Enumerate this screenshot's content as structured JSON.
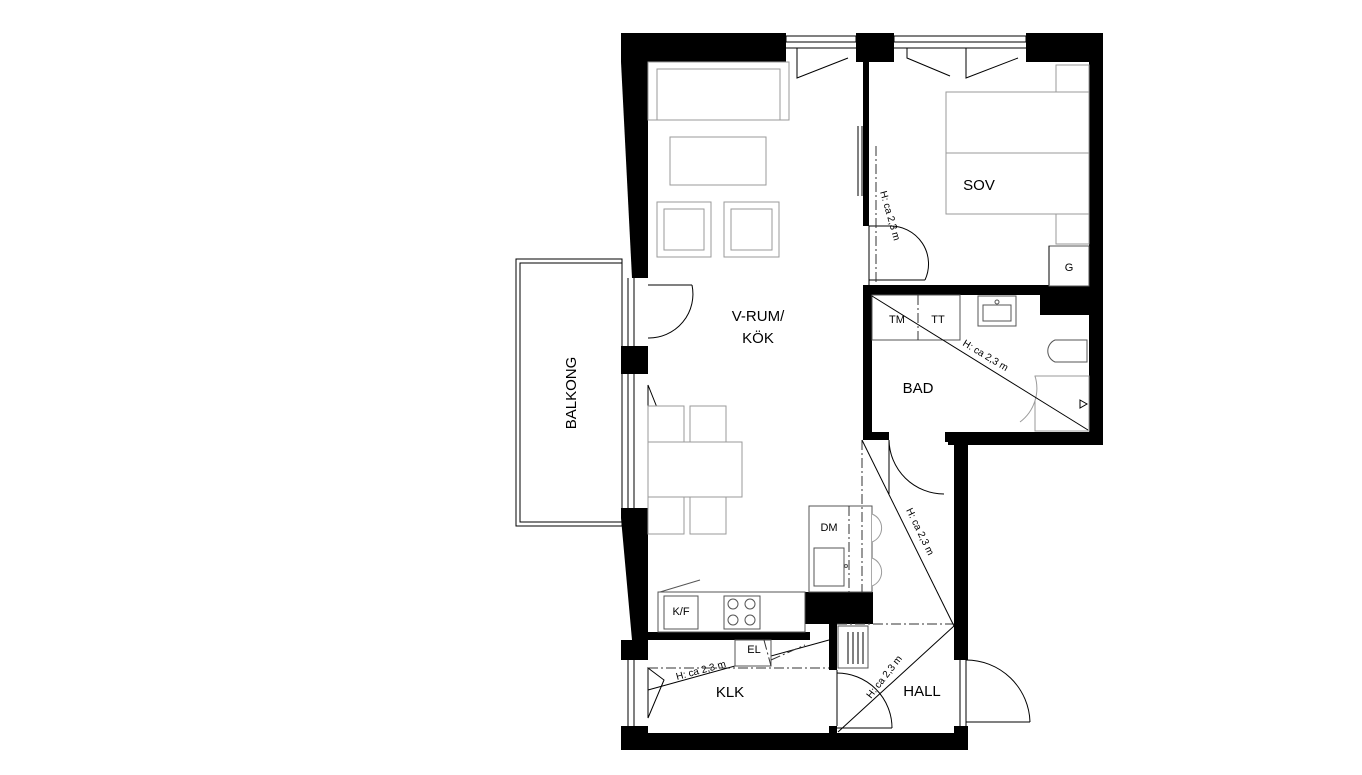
{
  "rooms": {
    "living_kitchen_line1": "V-RUM/",
    "living_kitchen_line2": "KÖK",
    "bedroom": "SOV",
    "bathroom": "BAD",
    "hall": "HALL",
    "closet": "KLK",
    "balcony": "BALKONG"
  },
  "fixtures": {
    "wardrobe": "G",
    "washing_machine": "TM",
    "dryer": "TT",
    "dishwasher": "DM",
    "fridge_freezer": "K/F",
    "electrical": "EL"
  },
  "height_notes": {
    "bedroom": "H: ca 2,3 m",
    "bathroom": "H: ca 2,3 m",
    "hall_upper": "H: ca 2,3 m",
    "hall_lower": "H: ca 2,3 m",
    "closet": "H: ca 2,3 m"
  },
  "colors": {
    "wall": "#000000",
    "furniture": "#9a9a9a",
    "background": "#ffffff"
  }
}
